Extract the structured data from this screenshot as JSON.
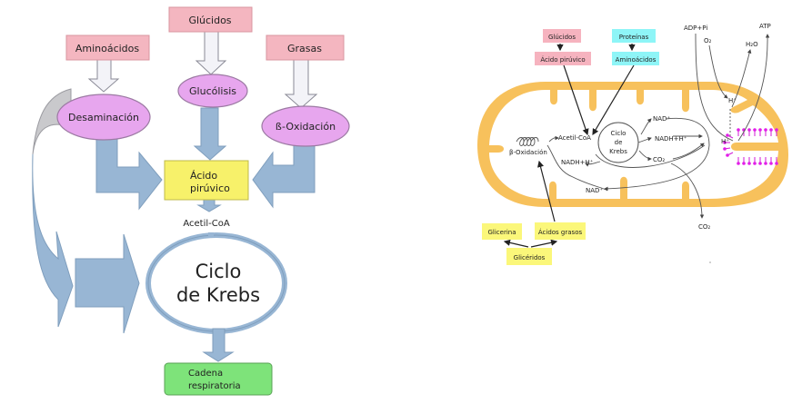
{
  "left_diagram": {
    "sources": {
      "aminoacidos": "Aminoácidos",
      "glucidos": "Glúcidos",
      "grasas": "Grasas"
    },
    "processes": {
      "desaminacion": "Desaminación",
      "glucolisis": "Glucólisis",
      "beta_oxidacion": "ß-Oxidación"
    },
    "acido_piruvico": [
      "Ácido",
      "pirúvico"
    ],
    "acetil_coa": "Acetil-CoA",
    "ciclo_krebs": [
      "Ciclo",
      "de Krebs"
    ],
    "cadena_respiratoria": [
      "Cadena",
      "respiratoria"
    ]
  },
  "right_diagram": {
    "top_boxes": {
      "glucidos": "Glúcidos",
      "acido_piruvico": "Ácido pirúvico",
      "proteinas": "Proteínas",
      "aminoacidos": "Aminoácidos"
    },
    "inside": {
      "beta_oxidacion": "β-Oxidación",
      "acetil_coa": "Acetil-CoA",
      "ciclo_krebs": [
        "Ciclo",
        "de",
        "Krebs"
      ],
      "nadh_left": "NADH+H⁺",
      "nad_bottom": "NAD⁺",
      "nad_right": "NAD⁺",
      "nadh_right": "NADH+H⁺",
      "co2_inside": "CO₂",
      "h_plus_upper": "H⁺",
      "h_plus_crista": "H⁺"
    },
    "outside": {
      "adp_pi": "ADP+Pi",
      "o2": "O₂",
      "h2o": "H₂O",
      "atp": "ATP",
      "co2_out": "CO₂"
    },
    "bottom_boxes": {
      "glicerina": "Glicerina",
      "acidos_grasos": "Ácidos grasos",
      "gliceridos": "Glicéridos"
    }
  }
}
